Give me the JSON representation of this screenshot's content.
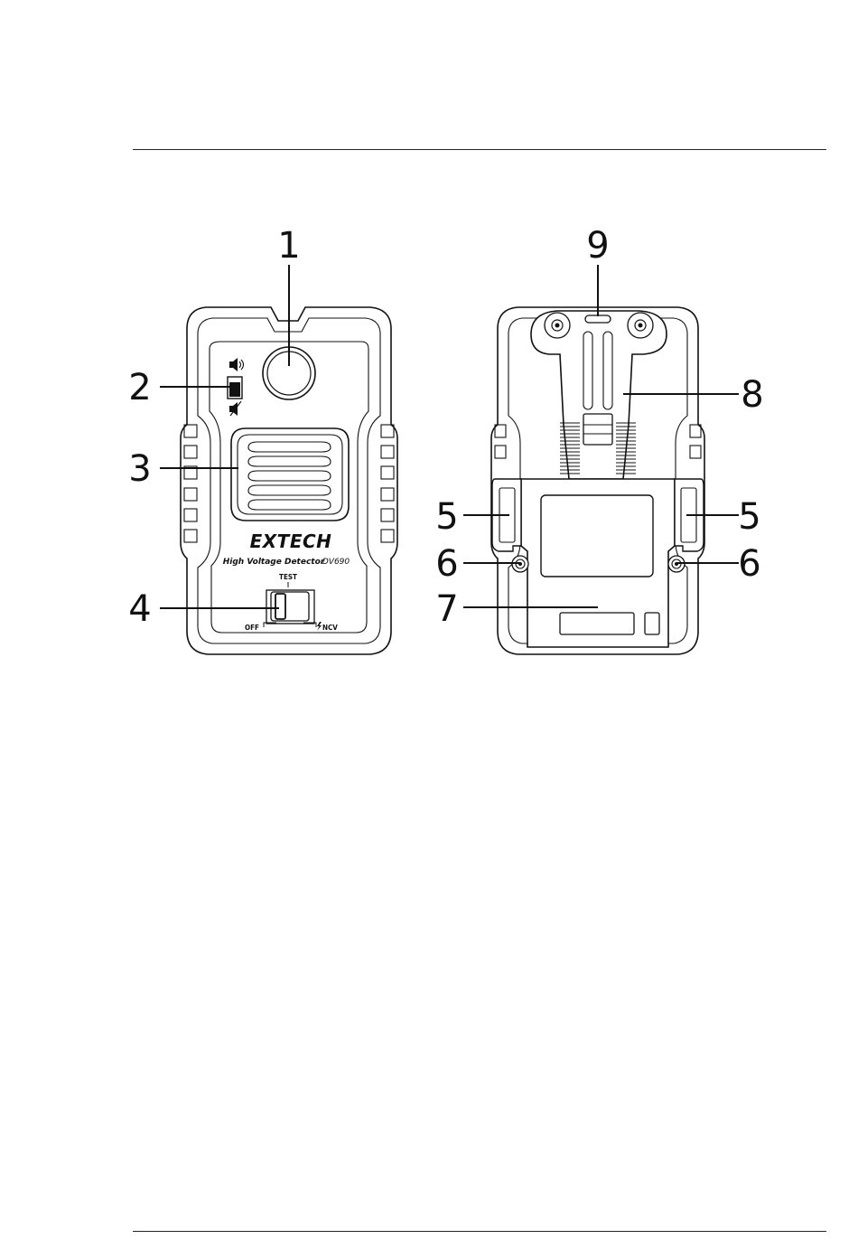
{
  "callouts": {
    "c1": "1",
    "c2": "2",
    "c3": "3",
    "c4": "4",
    "c5_left": "5",
    "c5_right": "5",
    "c6_left": "6",
    "c6_right": "6",
    "c7": "7",
    "c8": "8",
    "c9": "9"
  },
  "device_front": {
    "brand": "EXTECH",
    "product_name": "High Voltage Detector",
    "model": "DV690",
    "switch": {
      "top_label": "TEST",
      "left_label": "OFF",
      "right_label": "NCV"
    },
    "icons": [
      "speaker-on-icon",
      "speaker-mute-icon",
      "lightning-icon"
    ]
  },
  "colors": {
    "ink": "#111111",
    "background": "#ffffff"
  }
}
